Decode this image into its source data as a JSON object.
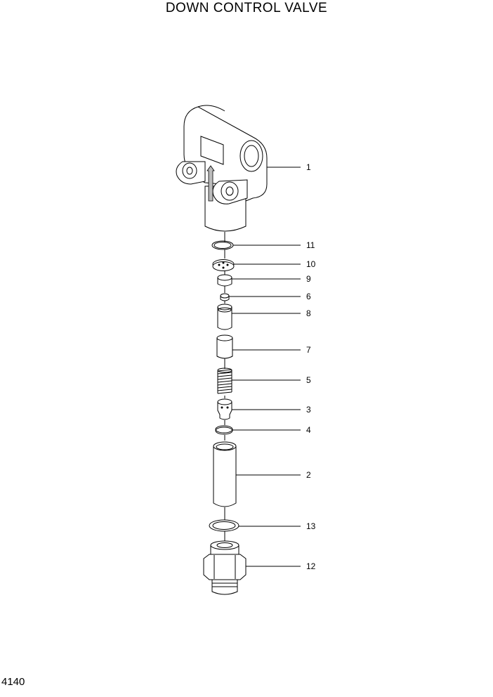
{
  "title": "DOWN CONTROL VALVE",
  "page_number": "4140",
  "callouts": [
    "1",
    "11",
    "10",
    "9",
    "6",
    "8",
    "7",
    "5",
    "3",
    "4",
    "2",
    "13",
    "12"
  ]
}
